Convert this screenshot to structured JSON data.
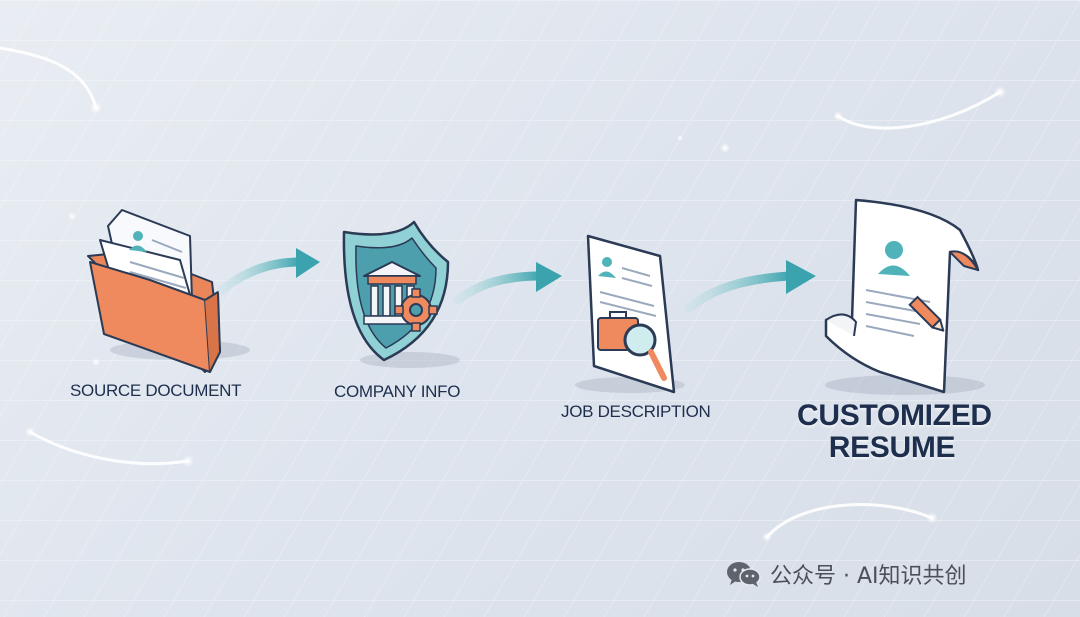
{
  "steps": [
    {
      "label": "SOURCE DOCUMENT",
      "icon": "folder-icon"
    },
    {
      "label": "COMPANY INFO",
      "icon": "shield-building-gear-icon"
    },
    {
      "label": "JOB DESCRIPTION",
      "icon": "document-magnifier-icon"
    },
    {
      "label": "CUSTOMIZED RESUME",
      "icon": "resume-scroll-pencil-icon"
    }
  ],
  "watermark": {
    "text": "公众号 · AI知识共创",
    "icon": "wechat-icon"
  },
  "colors": {
    "background": "#e3e8ef",
    "orange": "#ef8a5e",
    "teal": "#4fb3b9",
    "navy": "#1e2f4d",
    "arrow": "#3fa7b0"
  }
}
